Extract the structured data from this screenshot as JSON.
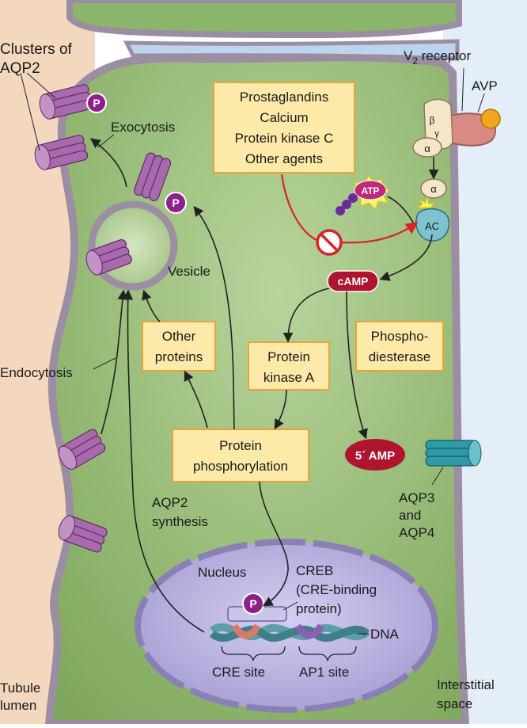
{
  "labels": {
    "clusters": [
      "Clusters of",
      "AQP2"
    ],
    "exocytosis": "Exocytosis",
    "vesicle": "Vesicle",
    "endocytosis": "Endocytosis",
    "aqp2_synthesis": [
      "AQP2",
      "synthesis"
    ],
    "nucleus": "Nucleus",
    "creb": [
      "CREB",
      "(CRE-binding",
      "protein)"
    ],
    "dna": "DNA",
    "cre_site": "CRE site",
    "ap1_site": "AP1 site",
    "tubule_lumen": [
      "Tubule",
      "lumen"
    ],
    "interstitial_space": [
      "Interstitial",
      "space"
    ],
    "v2_receptor_main": "V",
    "v2_receptor_sub": "2",
    "v2_receptor_rest": " receptor",
    "avp": "AVP",
    "aqp3_aqp4": [
      "AQP3",
      "and",
      "AQP4"
    ],
    "camp": "cAMP",
    "five_amp": "5´ AMP",
    "atp": "ATP",
    "ac": "AC",
    "alpha": "α",
    "beta": "β",
    "gamma": "γ",
    "phospho_p": "P"
  },
  "boxes": {
    "agents": [
      "Prostaglandins",
      "Calcium",
      "Protein kinase C",
      "Other agents"
    ],
    "other_proteins": [
      "Other",
      "proteins"
    ],
    "protein_kinase_a": [
      "Protein",
      "kinase A"
    ],
    "phosphodiesterase": [
      "Phospho-",
      "diesterase"
    ],
    "protein_phosphorylation": [
      "Protein",
      "phosphorylation"
    ]
  },
  "colors": {
    "cell_green": "#8bb56a",
    "lumen_tan": "#f3d8bf",
    "interstitial_blue": "#e4eef9",
    "membrane": "#9b8ea3",
    "aqp2_purple": "#a86aac",
    "aqp3_teal": "#2e9aa8",
    "camp_red": "#b0152f",
    "box_fill": "#fde9a8",
    "box_border": "#e8a33b",
    "inhibit_red": "#d8232a",
    "nucleus_lavender": "#b9b3dd"
  },
  "icons": [
    "aqp2-channel-icon",
    "phosphate-icon",
    "inhibit-icon",
    "atp-icon",
    "v2-receptor-icon",
    "dna-helix-icon"
  ]
}
